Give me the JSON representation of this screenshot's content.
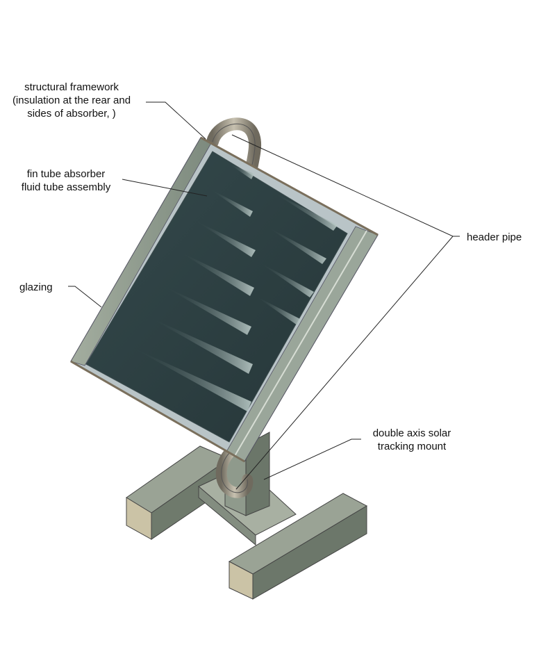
{
  "labels": {
    "structural_framework": {
      "line1": "structural framework",
      "line2": "(insulation at the rear and",
      "line3": "sides of absorber, )"
    },
    "fin_tube_absorber": {
      "line1": "fin tube absorber",
      "line2": "fluid tube assembly"
    },
    "glazing": "glazing",
    "header_pipe": "header pipe",
    "tracking_mount": {
      "line1": "double axis solar",
      "line2": "tracking mount"
    }
  },
  "colors": {
    "absorber": "#2d4043",
    "frame": "#8f9c8e",
    "glazing": "#b8c4c8",
    "base": "#7f8a7c",
    "base_end": "#c9c2a8",
    "pipe": "#9a9484",
    "leader": "#222222"
  }
}
